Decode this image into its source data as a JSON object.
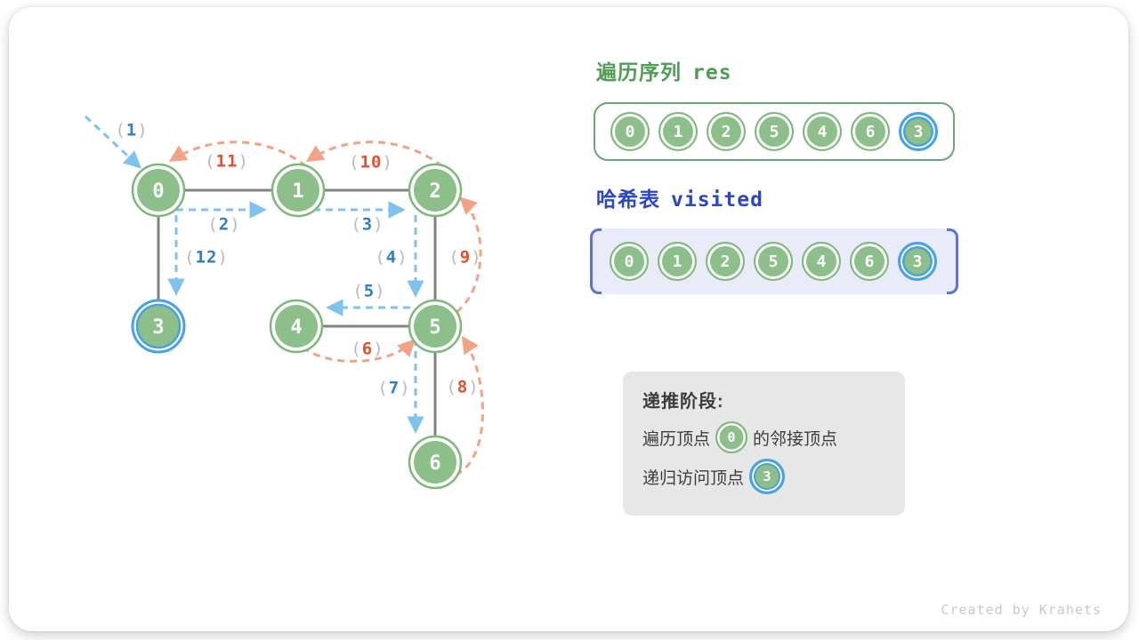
{
  "panel": {
    "res_title_cn": "遍历序列",
    "res_title_code": "res",
    "visited_title_cn": "哈希表",
    "visited_title_code": "visited"
  },
  "res_sequence": [
    "0",
    "1",
    "2",
    "5",
    "4",
    "6",
    "3"
  ],
  "res_highlight_index": 6,
  "visited_sequence": [
    "0",
    "1",
    "2",
    "5",
    "4",
    "6",
    "3"
  ],
  "visited_highlight_index": 6,
  "graph": {
    "nodes": [
      "0",
      "1",
      "2",
      "3",
      "4",
      "5",
      "6"
    ],
    "highlighted_node": "3",
    "edges": [
      "0-1",
      "1-2",
      "0-3",
      "4-5",
      "2-5",
      "5-6"
    ],
    "paren_open": "(",
    "paren_close": ")",
    "step_labels": [
      {
        "num": "1",
        "phase": "forward"
      },
      {
        "num": "2",
        "phase": "forward"
      },
      {
        "num": "3",
        "phase": "forward"
      },
      {
        "num": "4",
        "phase": "forward"
      },
      {
        "num": "5",
        "phase": "forward"
      },
      {
        "num": "6",
        "phase": "backtrack"
      },
      {
        "num": "7",
        "phase": "forward"
      },
      {
        "num": "8",
        "phase": "backtrack"
      },
      {
        "num": "9",
        "phase": "backtrack"
      },
      {
        "num": "10",
        "phase": "backtrack"
      },
      {
        "num": "11",
        "phase": "backtrack"
      },
      {
        "num": "12",
        "phase": "forward"
      }
    ]
  },
  "info_box": {
    "title": "递推阶段:",
    "line1_prefix": "遍历顶点",
    "line1_node": "0",
    "line1_suffix": "的邻接顶点",
    "line2_prefix": "递归访问顶点",
    "line2_node": "3"
  },
  "watermark": "Created by Krahets",
  "colors": {
    "node_green_fill": "#8cbf8a",
    "node_green_border": "#7cb87a",
    "highlight_blue": "#45a1e8",
    "forward_step_blue": "#2f7fc1",
    "forward_dash_blue": "#7fc2ee",
    "backtrack_step_orange": "#e4502b",
    "backtrack_dash_orange": "#f2a287",
    "title_green": "#4f9d52",
    "title_blue": "#2b46c9",
    "bracket_indigo": "#5c72d6",
    "visited_bg": "#e9ecf8",
    "edge_gray": "#828282"
  }
}
